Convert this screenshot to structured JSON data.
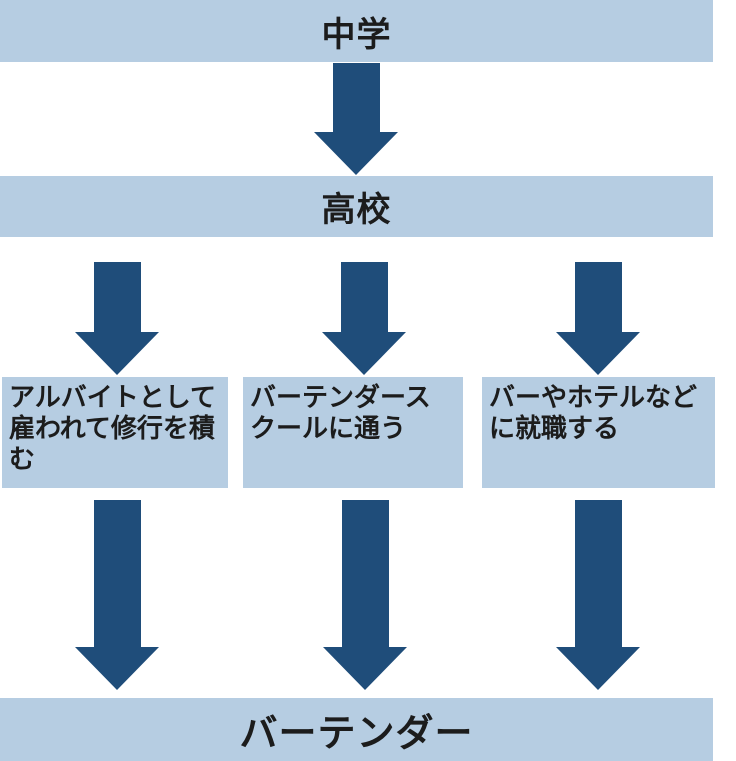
{
  "colors": {
    "node_fill": "#b6cde2",
    "arrow_fill": "#1f4d7a",
    "text": "#1c1c1c",
    "background": "#ffffff"
  },
  "flowchart": {
    "stage_top": {
      "label": "中学"
    },
    "stage_second": {
      "label": "高校"
    },
    "paths": [
      {
        "label": "アルバイトとして\n雇われて修行を積\nむ"
      },
      {
        "label": "バーテンダース\nクールに通う"
      },
      {
        "label": "バーやホテルなど\nに就職する"
      }
    ],
    "stage_final": {
      "label": "バーテンダー"
    },
    "connections": [
      "中学 → 高校",
      "高校 → アルバイトとして雇われて修行を積む",
      "高校 → バーテンダースクールに通う",
      "高校 → バーやホテルなどに就職する",
      "アルバイトとして雇われて修行を積む → バーテンダー",
      "バーテンダースクールに通う → バーテンダー",
      "バーやホテルなどに就職する → バーテンダー"
    ]
  }
}
